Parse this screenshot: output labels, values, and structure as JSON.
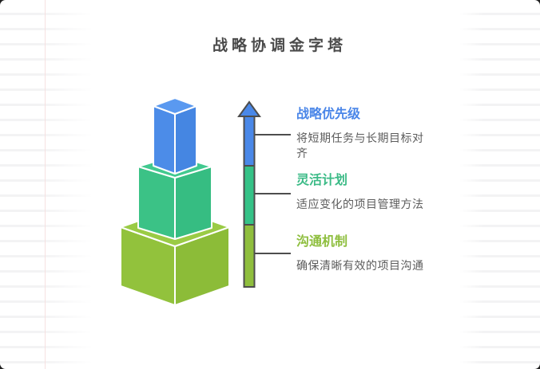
{
  "title": "战略协调金字塔",
  "levels": [
    {
      "name": "战略优先级",
      "description": "将短期任务与长期目标对齐",
      "color": "#4a86e8"
    },
    {
      "name": "灵活计划",
      "description": "适应变化的项目管理方法",
      "color": "#3cbb87"
    },
    {
      "name": "沟通机制",
      "description": "确保清晰有效的项目沟通",
      "color": "#8ebe3e"
    }
  ],
  "pyramid": {
    "boxes": [
      {
        "level": "top",
        "top": "#5a99f0",
        "left": "#4c8ce8",
        "right": "#4586e2"
      },
      {
        "level": "middle",
        "top": "#41c98f",
        "left": "#3bc286",
        "right": "#36bd82"
      },
      {
        "level": "bottom",
        "top": "#9acb45",
        "left": "#92c23c",
        "right": "#8cbc38"
      }
    ]
  },
  "arrow": {
    "direction": "up",
    "outline": "#4d4d4d",
    "segments": [
      "#4a88e8",
      "#35c287",
      "#8fbe3d"
    ]
  },
  "text_colors": {
    "title": "#4a4a4a",
    "description": "#5c5c5c"
  }
}
